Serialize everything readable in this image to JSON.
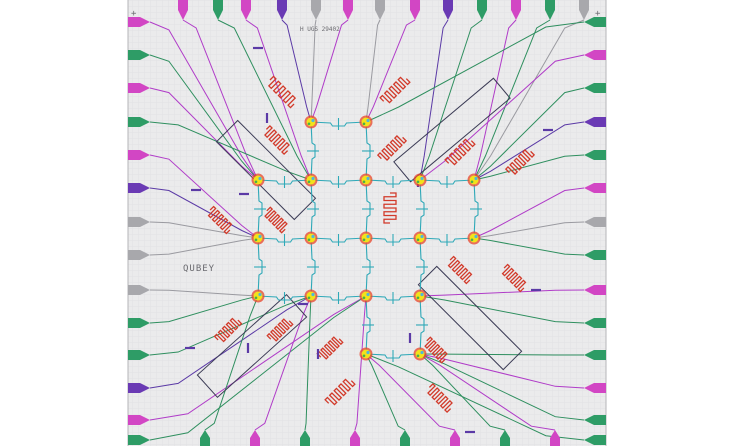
{
  "labels": {
    "top_label": "H UGS 29402",
    "side_label": "QUBEY",
    "corner_mark_left": "+",
    "corner_mark_right": "+"
  },
  "colors": {
    "chip_bg": "#ebebec",
    "grid": "#d9d9dc",
    "readout_line": "#2f8f5f",
    "flux_line": "#b03cc8",
    "resonator": "#d23a2a",
    "purcell": "#3a3fa0",
    "coupler": "#2fa9b8",
    "drive": "#5b3aa6",
    "qubit_core": "#f2e21a",
    "qubit_ring": "#e8442a",
    "pad_green": "#2e9c66",
    "pad_magenta": "#d246c4",
    "pad_purple": "#6a3ab4",
    "pad_gray": "#a8a8ac"
  },
  "top_pads": [
    "magenta",
    "green",
    "magenta",
    "purple",
    "gray",
    "magenta",
    "gray",
    "magenta",
    "purple",
    "green",
    "magenta",
    "green",
    "gray"
  ],
  "left_pads": [
    "magenta",
    "green",
    "magenta",
    "green",
    "magenta",
    "purple",
    "gray",
    "gray",
    "gray",
    "green",
    "green",
    "purple",
    "magenta",
    "green"
  ],
  "right_pads": [
    "green",
    "magenta",
    "green",
    "purple",
    "green",
    "magenta",
    "gray",
    "green",
    "magenta",
    "green",
    "green",
    "magenta",
    "green",
    "green"
  ],
  "qubits": [
    {
      "id": "q1",
      "row": 0,
      "col": 1
    },
    {
      "id": "q2",
      "row": 0,
      "col": 2
    },
    {
      "id": "q3",
      "row": 1,
      "col": 0
    },
    {
      "id": "q4",
      "row": 1,
      "col": 1
    },
    {
      "id": "q5",
      "row": 1,
      "col": 2
    },
    {
      "id": "q6",
      "row": 1,
      "col": 3
    },
    {
      "id": "q7",
      "row": 1,
      "col": 4
    },
    {
      "id": "q8",
      "row": 2,
      "col": 0
    },
    {
      "id": "q9",
      "row": 2,
      "col": 1
    },
    {
      "id": "q10",
      "row": 2,
      "col": 2
    },
    {
      "id": "q11",
      "row": 2,
      "col": 3
    },
    {
      "id": "q12",
      "row": 2,
      "col": 4
    },
    {
      "id": "q13",
      "row": 3,
      "col": 0
    },
    {
      "id": "q14",
      "row": 3,
      "col": 1
    },
    {
      "id": "q15",
      "row": 3,
      "col": 2
    },
    {
      "id": "q16",
      "row": 3,
      "col": 3
    },
    {
      "id": "q17",
      "row": 4,
      "col": 2
    },
    {
      "id": "q18",
      "row": 4,
      "col": 3
    }
  ]
}
